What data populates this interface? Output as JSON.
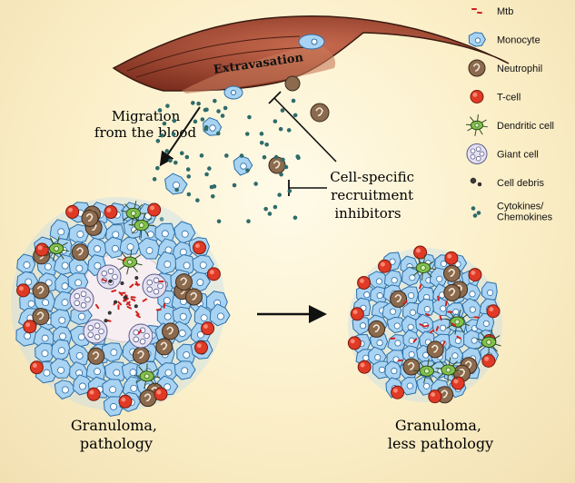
{
  "vessel": {
    "label": "Extravasation"
  },
  "annotations": {
    "migration": "Migration\nfrom the blood",
    "inhibitors": "Cell-specific\nrecruitment\ninhibitors"
  },
  "granulomas": {
    "left_caption": "Granuloma,\npathology",
    "right_caption": "Granuloma,\nless pathology"
  },
  "legend": [
    {
      "id": "mtb",
      "label": "Mtb",
      "icon": "mtb-icon"
    },
    {
      "id": "monocyte",
      "label": "Monocyte",
      "icon": "monocyte-icon"
    },
    {
      "id": "neutrophil",
      "label": "Neutrophil",
      "icon": "neutrophil-icon"
    },
    {
      "id": "tcell",
      "label": "T-cell",
      "icon": "t-cell-icon"
    },
    {
      "id": "dendritic",
      "label": "Dendritic cell",
      "icon": "dendritic-cell-icon"
    },
    {
      "id": "giant",
      "label": "Giant cell",
      "icon": "giant-cell-icon"
    },
    {
      "id": "debris",
      "label": "Cell debris",
      "icon": "cell-debris-icon"
    },
    {
      "id": "cytokines",
      "label": "Cytokines/\nChemokines",
      "icon": "cytokine-icon"
    }
  ],
  "colors": {
    "vessel": "#a44a32",
    "monocyte": "#a9d3f2",
    "monocyte_stroke": "#2a6fa8",
    "neutrophil": "#8b6a4e",
    "tcell": "#e03a26",
    "dendritic": "#7fc24a",
    "mtb": "#d11f1f",
    "cytokine": "#2e6b6b"
  }
}
